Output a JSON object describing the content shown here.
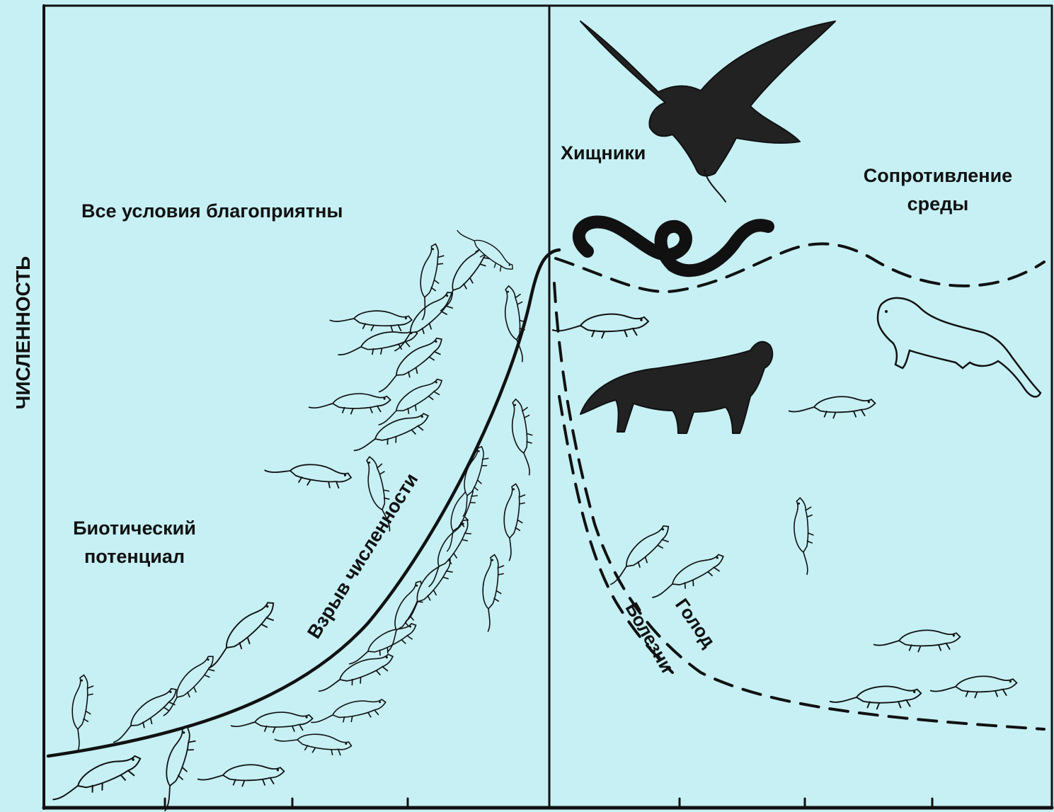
{
  "y_axis_label": "ЧИСЛЕННОСТЬ",
  "labels": {
    "favorable": "Все условия благоприятны",
    "biotic_line1": "Биотический",
    "biotic_line2": "потенциал",
    "explosion": "Взрыв численности",
    "predators": "Хищники",
    "resistance_line1": "Сопротивление",
    "resistance_line2": "среды",
    "hunger": "Голод",
    "diseases": "Болезни"
  },
  "icons": {
    "eagle": "eagle-icon",
    "snake": "snake-icon",
    "fox": "fox-icon",
    "weasel": "weasel-icon",
    "rodent": "rodent-icon"
  },
  "colors": {
    "background": "#c6f0f4",
    "ink": "#111111"
  }
}
